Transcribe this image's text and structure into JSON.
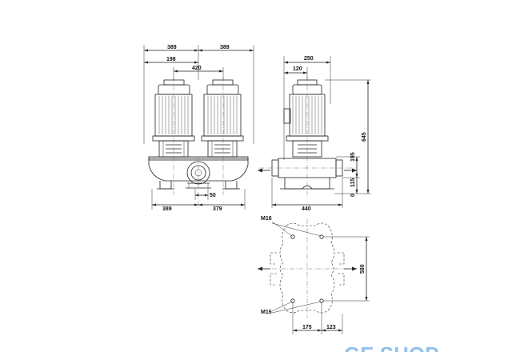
{
  "front_view": {
    "dim_top_left": "389",
    "dim_top_right": "389",
    "dim_motor_offset": "198",
    "dim_center_distance": "420",
    "dim_port_offset": "50",
    "dim_bottom_left": "389",
    "dim_bottom_right": "379"
  },
  "side_view": {
    "dim_width": "250",
    "dim_motor_offset": "120",
    "dim_total_height": "645",
    "dim_port_height": "195",
    "dim_base_height": "115",
    "dim_zero": "0",
    "dim_base_width": "440"
  },
  "plan_view": {
    "bolt_label_top": "M16",
    "bolt_label_bottom": "M16",
    "dim_hole_spacing": "580",
    "dim_left": "175",
    "dim_right": "123"
  },
  "watermark": {
    "text": "GE SHOP"
  }
}
